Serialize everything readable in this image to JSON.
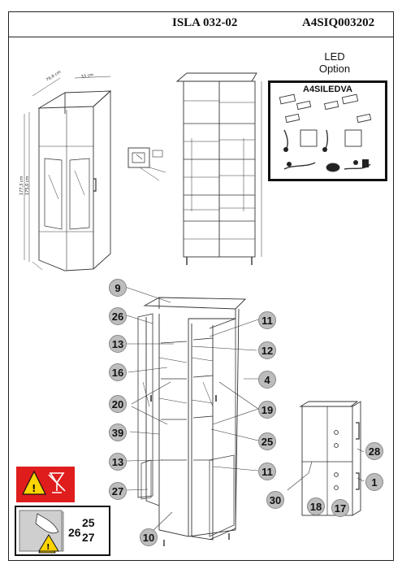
{
  "header": {
    "model": "ISLA 032-02",
    "code": "A4SIQ003202"
  },
  "led_option": {
    "line1": "LED",
    "line2": "Option",
    "kit_code": "A4SILEDVA"
  },
  "dimensions": {
    "width": "76,6 cm",
    "depth": "33 cm",
    "height_outer": "177,3 cm",
    "height_inner": "175,0 cm"
  },
  "callouts": {
    "c9": "9",
    "c26": "26",
    "c13a": "13",
    "c16": "16",
    "c20": "20",
    "c39": "39",
    "c13b": "13",
    "c27": "27",
    "c10": "10",
    "c11a": "11",
    "c12": "12",
    "c4": "4",
    "c19": "19",
    "c25": "25",
    "c11b": "11",
    "c28": "28",
    "c1": "1",
    "c30": "30",
    "c18": "18",
    "c17": "17"
  },
  "care_labels": {
    "a": "26",
    "b": "25",
    "c": "27"
  },
  "colors": {
    "warning_red": "#e01d1d",
    "callout_grey": "#bdbdbd"
  }
}
